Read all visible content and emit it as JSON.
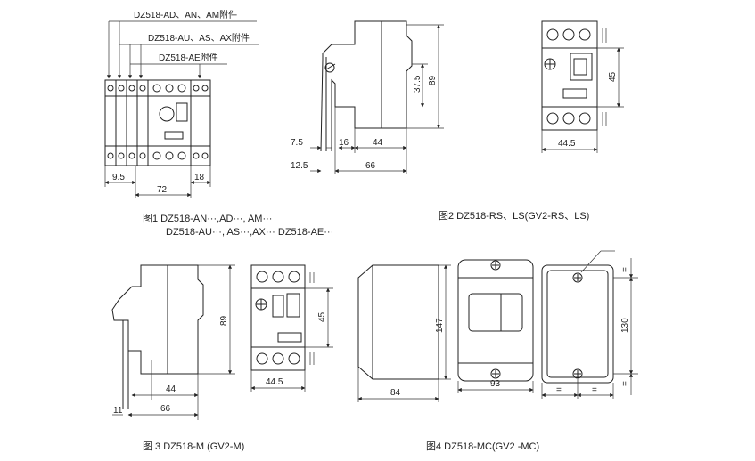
{
  "fig1": {
    "accessory_labels": [
      "DZ518-AD、AN、AM附件",
      "DZ518-AU、AS、AX附件",
      "DZ518-AE附件"
    ],
    "dims": {
      "d1": "9.5",
      "d2": "72",
      "d3": "18"
    },
    "caption_line1": "图1 DZ518-AN···,AD···, AM···",
    "caption_line2": "DZ518-AU···, AS···,AX···  DZ518-AE···"
  },
  "fig2": {
    "dims": {
      "d1": "7.5",
      "d2": "16",
      "d3": "44",
      "d4": "12.5",
      "d5": "66",
      "d6": "89",
      "d7": "37.5",
      "d8": "45",
      "d9": "44.5"
    },
    "caption": "图2 DZ518-RS、LS(GV2-RS、LS)"
  },
  "fig3": {
    "dims": {
      "d1": "89",
      "d2": "44",
      "d3": "11",
      "d4": "66",
      "d5": "45",
      "d6": "44.5"
    },
    "caption": "图 3 DZ518-M (GV2-M)"
  },
  "fig4": {
    "dims": {
      "d1": "147",
      "d2": "84",
      "d3": "93",
      "d4": "130"
    },
    "eq_mark": "=",
    "caption": "图4 DZ518-MC(GV2 -MC)"
  }
}
